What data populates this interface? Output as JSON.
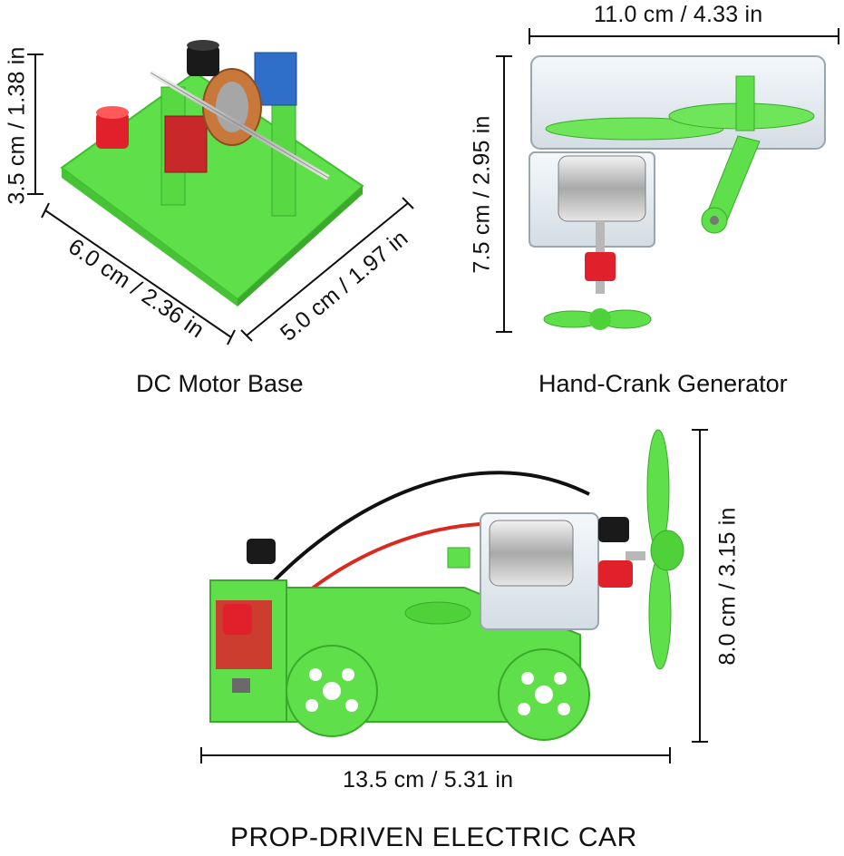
{
  "products": [
    {
      "caption": "DC Motor Base",
      "dimensions": {
        "height": "3.5 cm / 1.38 in",
        "length": "6.0 cm / 2.36 in",
        "width": "5.0 cm / 1.97 in"
      }
    },
    {
      "caption": "Hand-Crank Generator",
      "dimensions": {
        "width": "11.0 cm / 4.33 in",
        "height": "7.5 cm / 2.95 in"
      }
    },
    {
      "caption": "PROP-DRIVEN ELECTRIC CAR",
      "dimensions": {
        "length": "13.5 cm / 5.31 in",
        "height": "8.0 cm / 3.15 in"
      }
    }
  ],
  "colors": {
    "plastic_green": "#5fe04a",
    "plastic_green_dark": "#3fbf2f",
    "terminal_red": "#e0202a",
    "terminal_black": "#1a1a1a",
    "magnet_blue": "#2f6fc9",
    "magnet_red": "#c8282a",
    "copper": "#c8783a",
    "clear_plastic": "#dfe8ee"
  }
}
